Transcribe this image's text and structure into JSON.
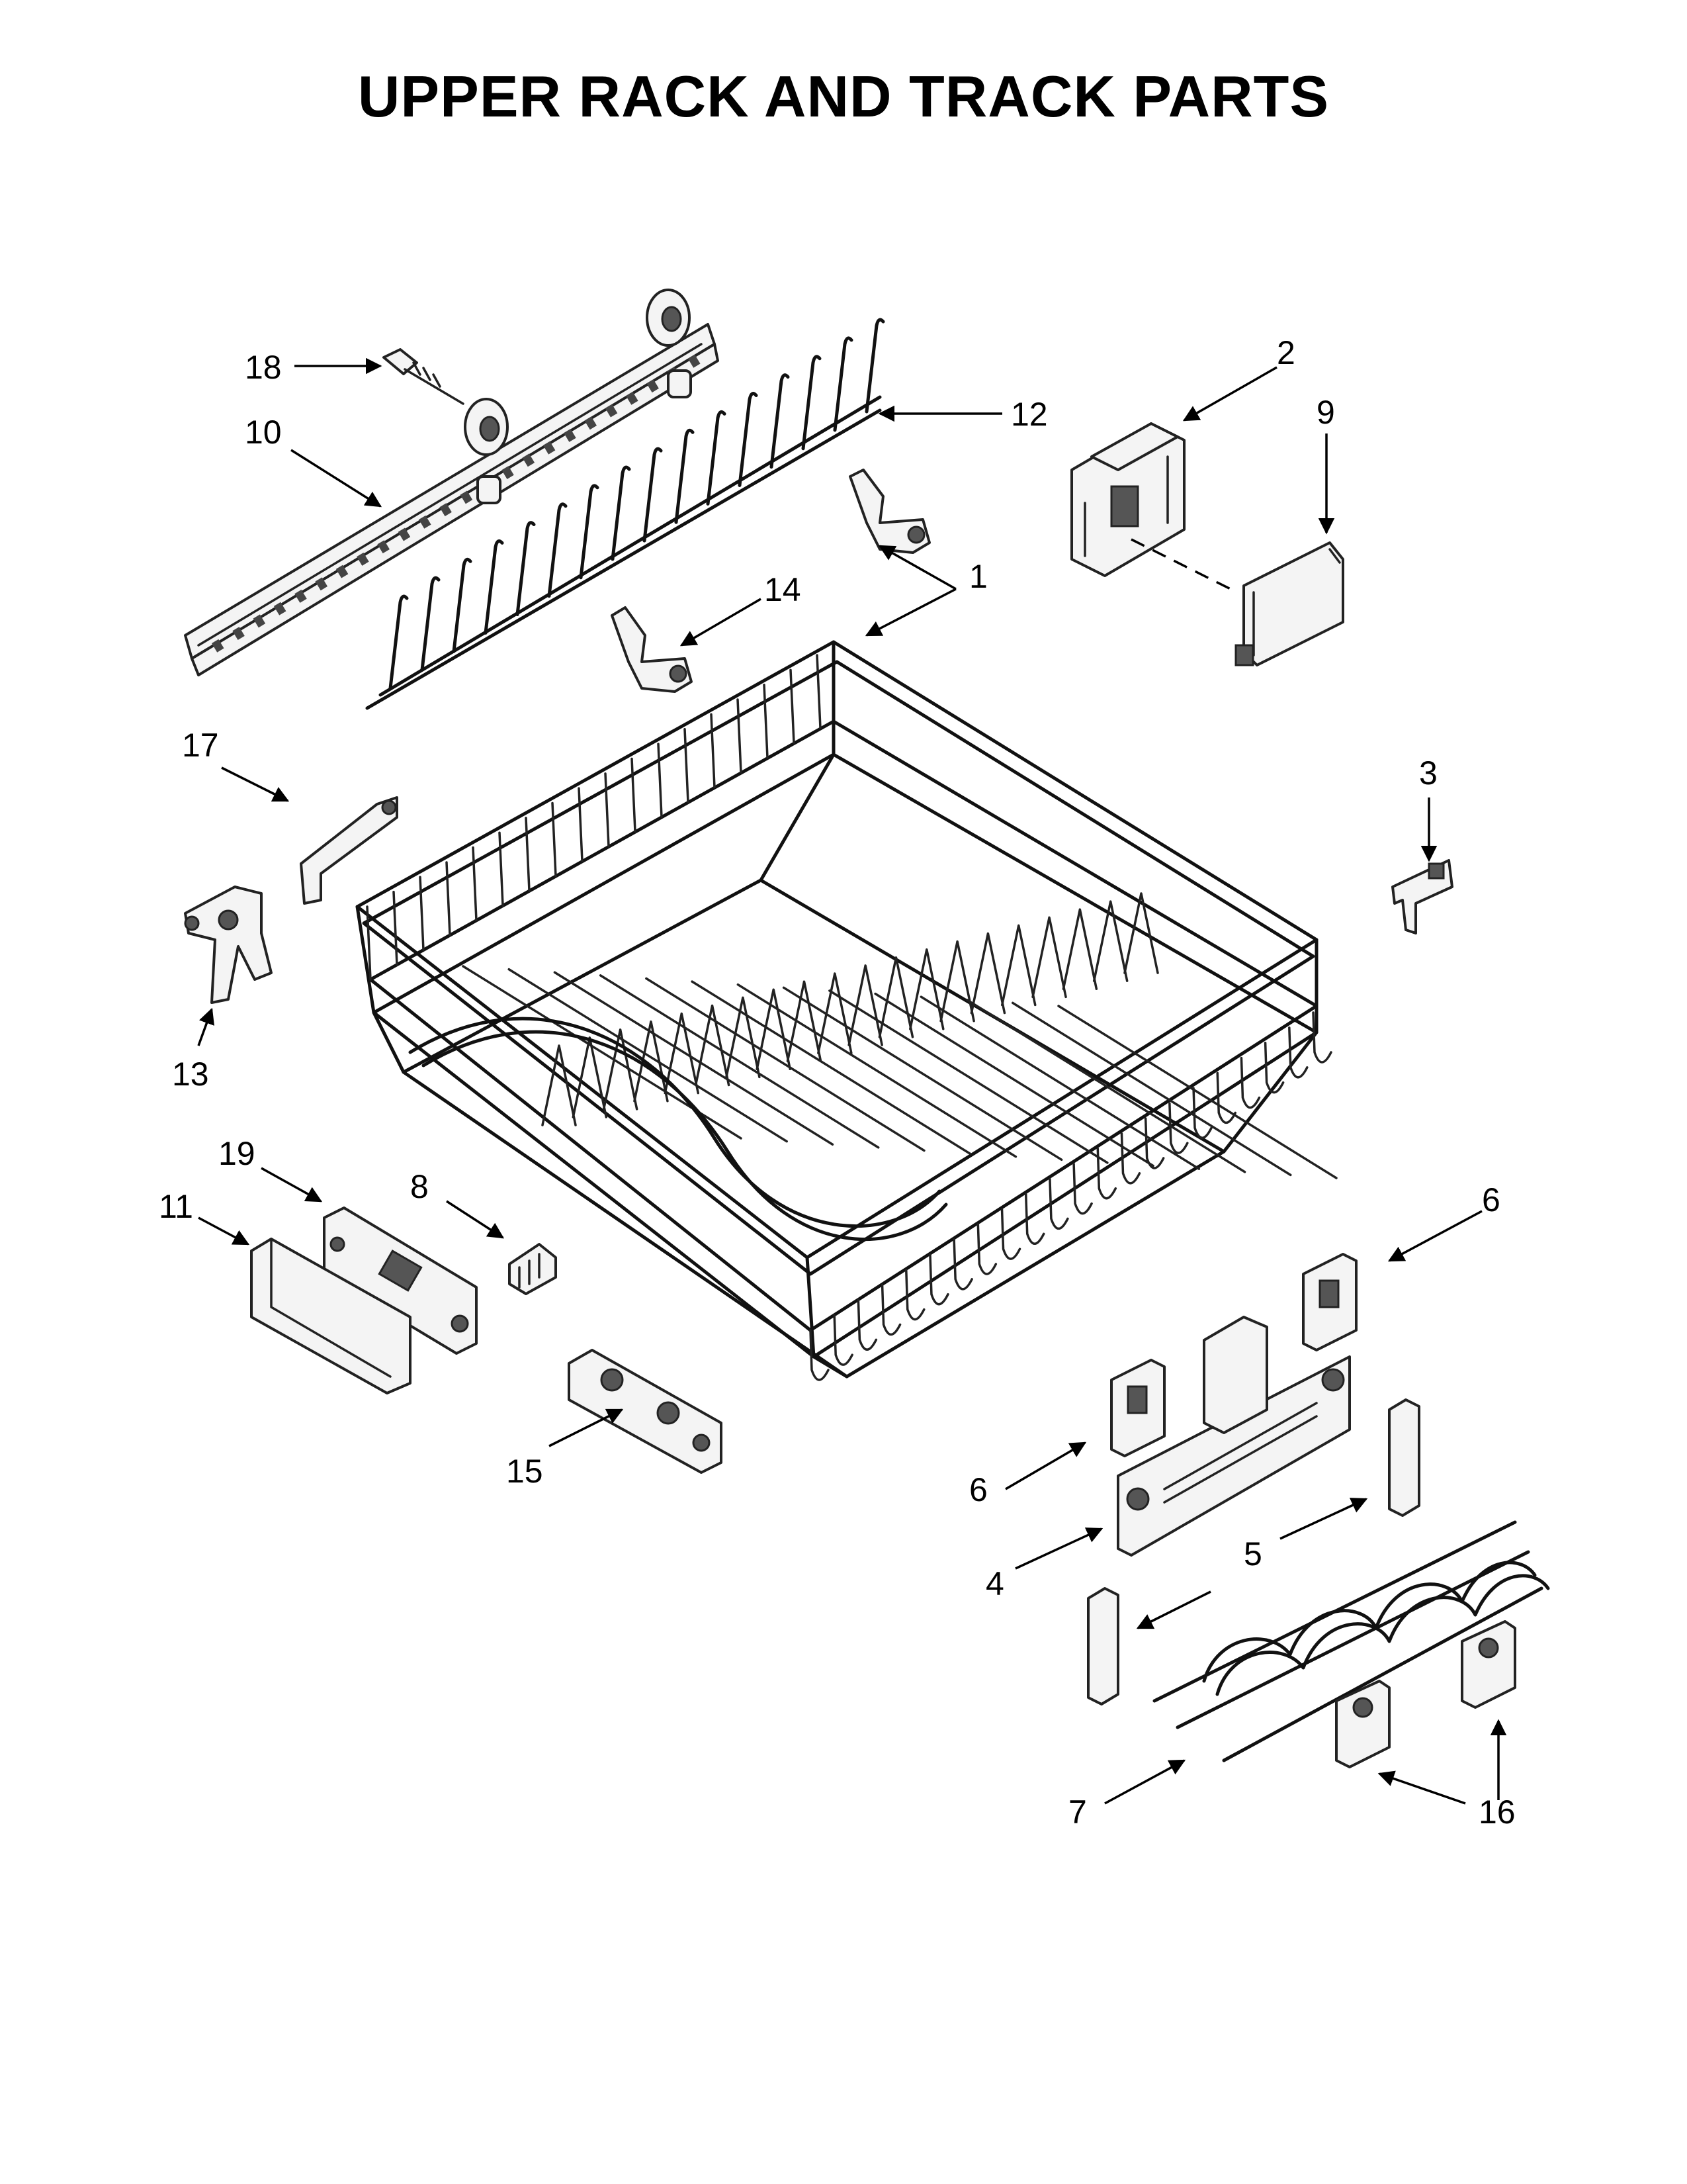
{
  "title": "UPPER RACK AND TRACK PARTS",
  "callouts": {
    "c1": "1",
    "c2": "2",
    "c3": "3",
    "c4": "4",
    "c5": "5",
    "c6a": "6",
    "c6b": "6",
    "c7": "7",
    "c8": "8",
    "c9": "9",
    "c10": "10",
    "c11": "11",
    "c12": "12",
    "c13": "13",
    "c14": "14",
    "c15": "15",
    "c16": "16",
    "c17": "17",
    "c18": "18",
    "c19": "19"
  }
}
